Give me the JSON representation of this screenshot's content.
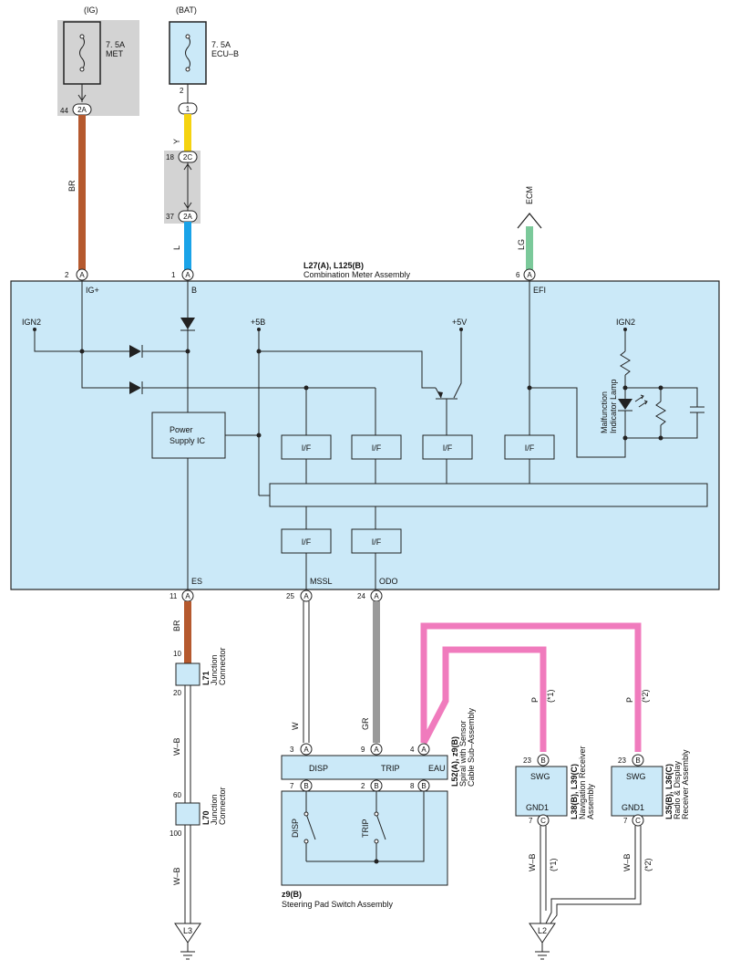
{
  "fuses": {
    "ig": {
      "source": "(IG)",
      "rating": "7. 5A",
      "name": "MET"
    },
    "bat": {
      "source": "(BAT)",
      "rating": "7. 5A",
      "name": "ECU–B"
    }
  },
  "colors": {
    "panel": "#cbe9f8",
    "grey": "#d3d3d3",
    "wire_br": "#b5592e",
    "wire_y": "#f5d311",
    "wire_l": "#1aa3e8",
    "wire_lg": "#7bc99a",
    "wire_p": "#f07bbd",
    "wire_gr": "#9a9a9a"
  },
  "connectors": {
    "c2a": "2A",
    "c1": "1",
    "c2c": "2C",
    "c_a": "A",
    "c_b": "B",
    "c_c": "C"
  },
  "pins": {
    "p44": "44",
    "p2": "2",
    "p18": "18",
    "p37": "37",
    "p6": "6",
    "p1": "1",
    "p11": "11",
    "p25": "25",
    "p24": "24",
    "p10": "10",
    "p20": "20",
    "p60": "60",
    "p100": "100",
    "p3": "3",
    "p9": "9",
    "p4": "4",
    "p7": "7",
    "p8": "8",
    "p23": "23"
  },
  "wires": {
    "br": "BR",
    "y": "Y",
    "l": "L",
    "lg": "LG",
    "ecm": "ECM",
    "w": "W",
    "gr": "GR",
    "wb": "W–B",
    "p": "P",
    "n1": "(*1)",
    "n2": "(*2)"
  },
  "meter": {
    "code": "L27(A), L125(B)",
    "name": "Combination Meter Assembly",
    "ig_plus": "IG+",
    "b": "B",
    "efi": "EFI",
    "ign2": "IGN2",
    "plus5b": "+5B",
    "plus5v": "+5V",
    "power_ic_1": "Power",
    "power_ic_2": "Supply IC",
    "if": "I/F",
    "es": "ES",
    "mssl": "MSSL",
    "odo": "ODO",
    "mil_1": "Malfunction",
    "mil_2": "Indicator Lamp"
  },
  "junctions": {
    "l71": {
      "code": "L71",
      "name1": "Junction",
      "name2": "Connector"
    },
    "l70": {
      "code": "L70",
      "name1": "Junction",
      "name2": "Connector"
    }
  },
  "spiral": {
    "code": "L52(A), z9(B)",
    "name1": "Spiral with Sensor",
    "name2": "Cable Sub–Assembly",
    "disp": "DISP",
    "trip": "TRIP",
    "eau": "EAU"
  },
  "pad": {
    "code": "z9(B)",
    "name": "Steering Pad Switch Assembly",
    "disp": "DISP",
    "trip": "TRIP"
  },
  "nav": {
    "code": "L38(B), L39(C)",
    "name1": "Navigation Receiver",
    "name2": "Assembly",
    "swg": "SWG",
    "gnd1": "GND1"
  },
  "radio": {
    "code": "L35(B), L36(C)",
    "name1": "Radio & Display",
    "name2": "Receiver Assembly",
    "swg": "SWG",
    "gnd1": "GND1"
  },
  "grounds": {
    "l3": "L3",
    "l2": "L2"
  }
}
